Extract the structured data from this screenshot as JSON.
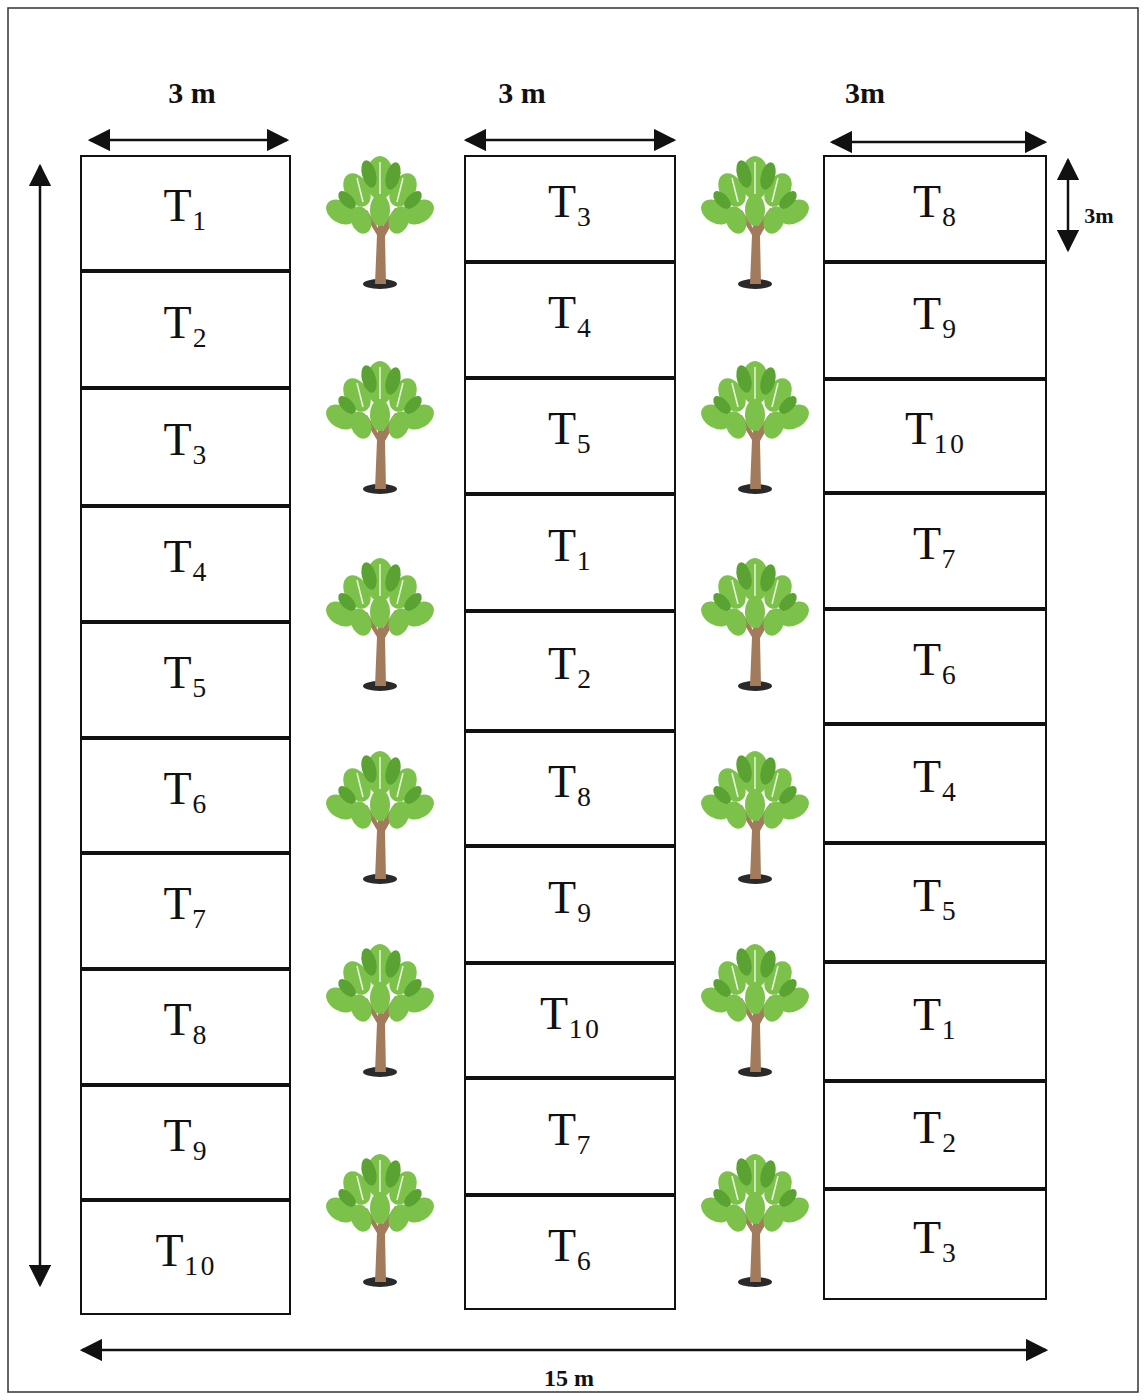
{
  "diagram": {
    "nodes": [
      {
        "text": [
          "T₁"
        ]
      },
      {
        "text": [
          "T₂"
        ]
      },
      {
        "text": [
          "T₃"
        ]
      },
      {
        "text": [
          "T₄"
        ]
      },
      {
        "text": [
          "T₅"
        ]
      },
      {
        "text": [
          "T₆"
        ]
      },
      {
        "text": [
          "T₇"
        ]
      },
      {
        "text": [
          "T₈"
        ]
      },
      {
        "text": [
          "T₉"
        ]
      },
      {
        "text": [
          "T₁₀"
        ]
      },
      {
        "text": [
          "T₃"
        ]
      },
      {
        "text": [
          "T₄"
        ]
      },
      {
        "text": [
          "T₅"
        ]
      },
      {
        "text": [
          "T₁"
        ]
      },
      {
        "text": [
          "T₂"
        ]
      },
      {
        "text": [
          "T₈"
        ]
      },
      {
        "text": [
          "T₉"
        ]
      },
      {
        "text": [
          "T₁₀"
        ]
      },
      {
        "text": [
          "T₇"
        ]
      },
      {
        "text": [
          "T₆"
        ]
      },
      {
        "text": [
          "T₈"
        ]
      },
      {
        "text": [
          "T₉"
        ]
      },
      {
        "text": [
          "T₁₀"
        ]
      },
      {
        "text": [
          "T₇"
        ]
      },
      {
        "text": [
          "T₆"
        ]
      },
      {
        "text": [
          "T₄"
        ]
      },
      {
        "text": [
          "T₅"
        ]
      },
      {
        "text": [
          "T₁"
        ]
      },
      {
        "text": [
          "T₂"
        ]
      },
      {
        "text": [
          "T₃"
        ]
      }
    ],
    "labels": [
      "3 m",
      "3 m",
      "3m",
      "3m",
      "15 m"
    ]
  }
}
